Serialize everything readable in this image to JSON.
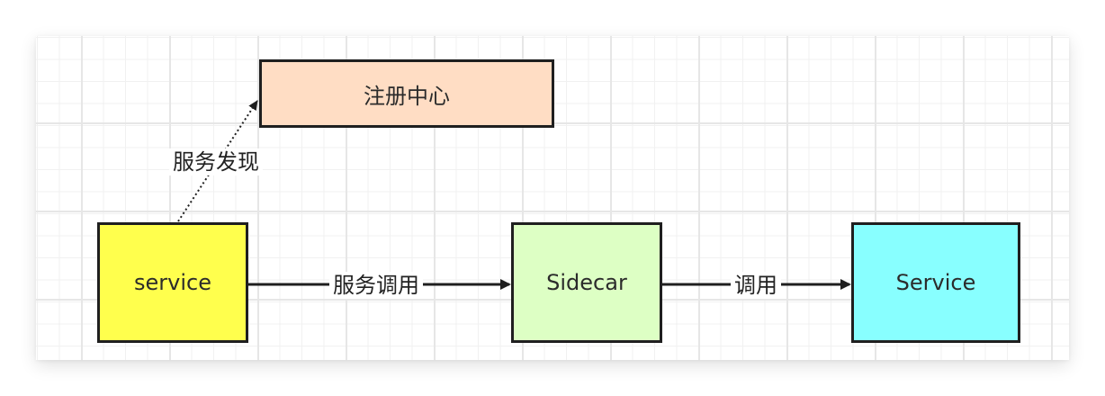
{
  "nodes": {
    "registry": {
      "label": "注册中心",
      "fill": "#FFDDC4"
    },
    "service_a": {
      "label": "service",
      "fill": "#FFFF4D"
    },
    "sidecar": {
      "label": "Sidecar",
      "fill": "#DDFFC4"
    },
    "service_b": {
      "label": "Service",
      "fill": "#88FFFF"
    }
  },
  "edges": {
    "discovery": {
      "label": "服务发现",
      "style": "dotted"
    },
    "call_sidecar": {
      "label": "服务调用",
      "style": "solid"
    },
    "call_service": {
      "label": "调用",
      "style": "solid"
    }
  },
  "colors": {
    "stroke": "#1F1F1F",
    "grid_major": "#E6E6E6",
    "grid_minor": "#F1F1F1"
  }
}
